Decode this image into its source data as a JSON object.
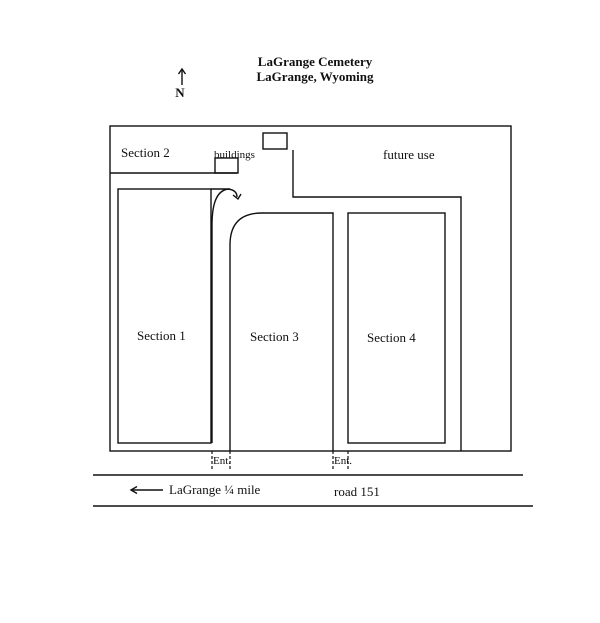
{
  "map": {
    "title": "LaGrange Cemetery",
    "subtitle": "LaGrange, Wyoming",
    "north": "N",
    "sections": {
      "section2": "Section 2",
      "buildings": "buildings",
      "future_use": "future use",
      "section1": "Section 1",
      "section3": "Section 3",
      "section4": "Section 4"
    },
    "entrances": [
      "Ent.",
      "Ent."
    ],
    "direction_label": "LaGrange ¼ mile",
    "road_label": "road 151"
  }
}
